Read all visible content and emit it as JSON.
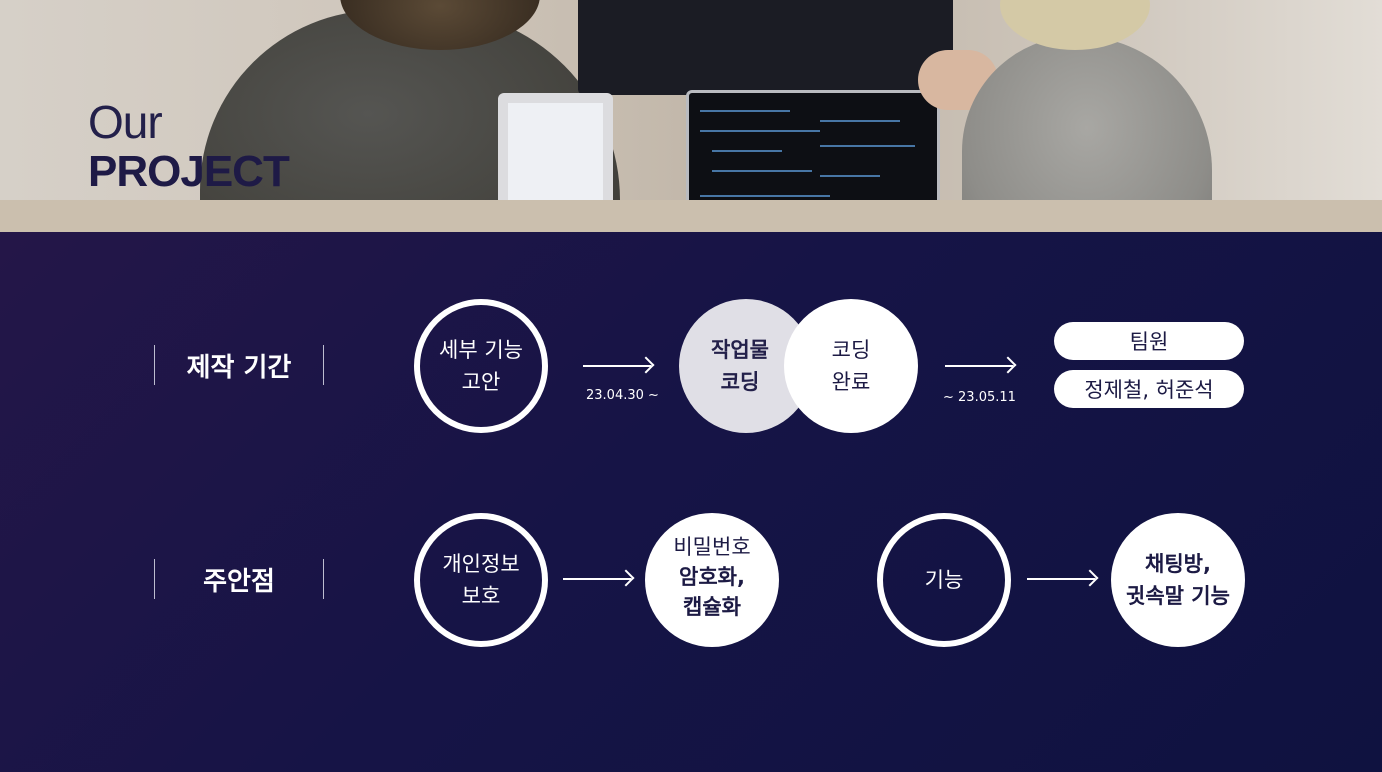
{
  "hero": {
    "title_line1": "Our",
    "title_line2": "PROJECT"
  },
  "period": {
    "label": "제작 기간",
    "step1": {
      "line1": "세부 기능",
      "line2": "고안"
    },
    "start_date": "23.04.30 ~",
    "step2": {
      "line1": "작업물",
      "line2": "코딩"
    },
    "step3": {
      "line1": "코딩",
      "line2": "완료"
    },
    "end_date": "~ 23.05.11",
    "team_label": "팀원",
    "team_members": "정제철,  허준석"
  },
  "focus": {
    "label": "주안점",
    "item1": {
      "line1": "개인정보",
      "line2": "보호"
    },
    "item1_result": {
      "line1": "비밀번호",
      "line2": "암호화,",
      "line3": "캡슐화"
    },
    "item2": {
      "line1": "기능"
    },
    "item2_result": {
      "line1": "채팅방,",
      "line2": "귓속말 기능"
    }
  },
  "colors": {
    "navy": "#161446",
    "white": "#ffffff",
    "grey_circle": "#e0dfe6"
  }
}
